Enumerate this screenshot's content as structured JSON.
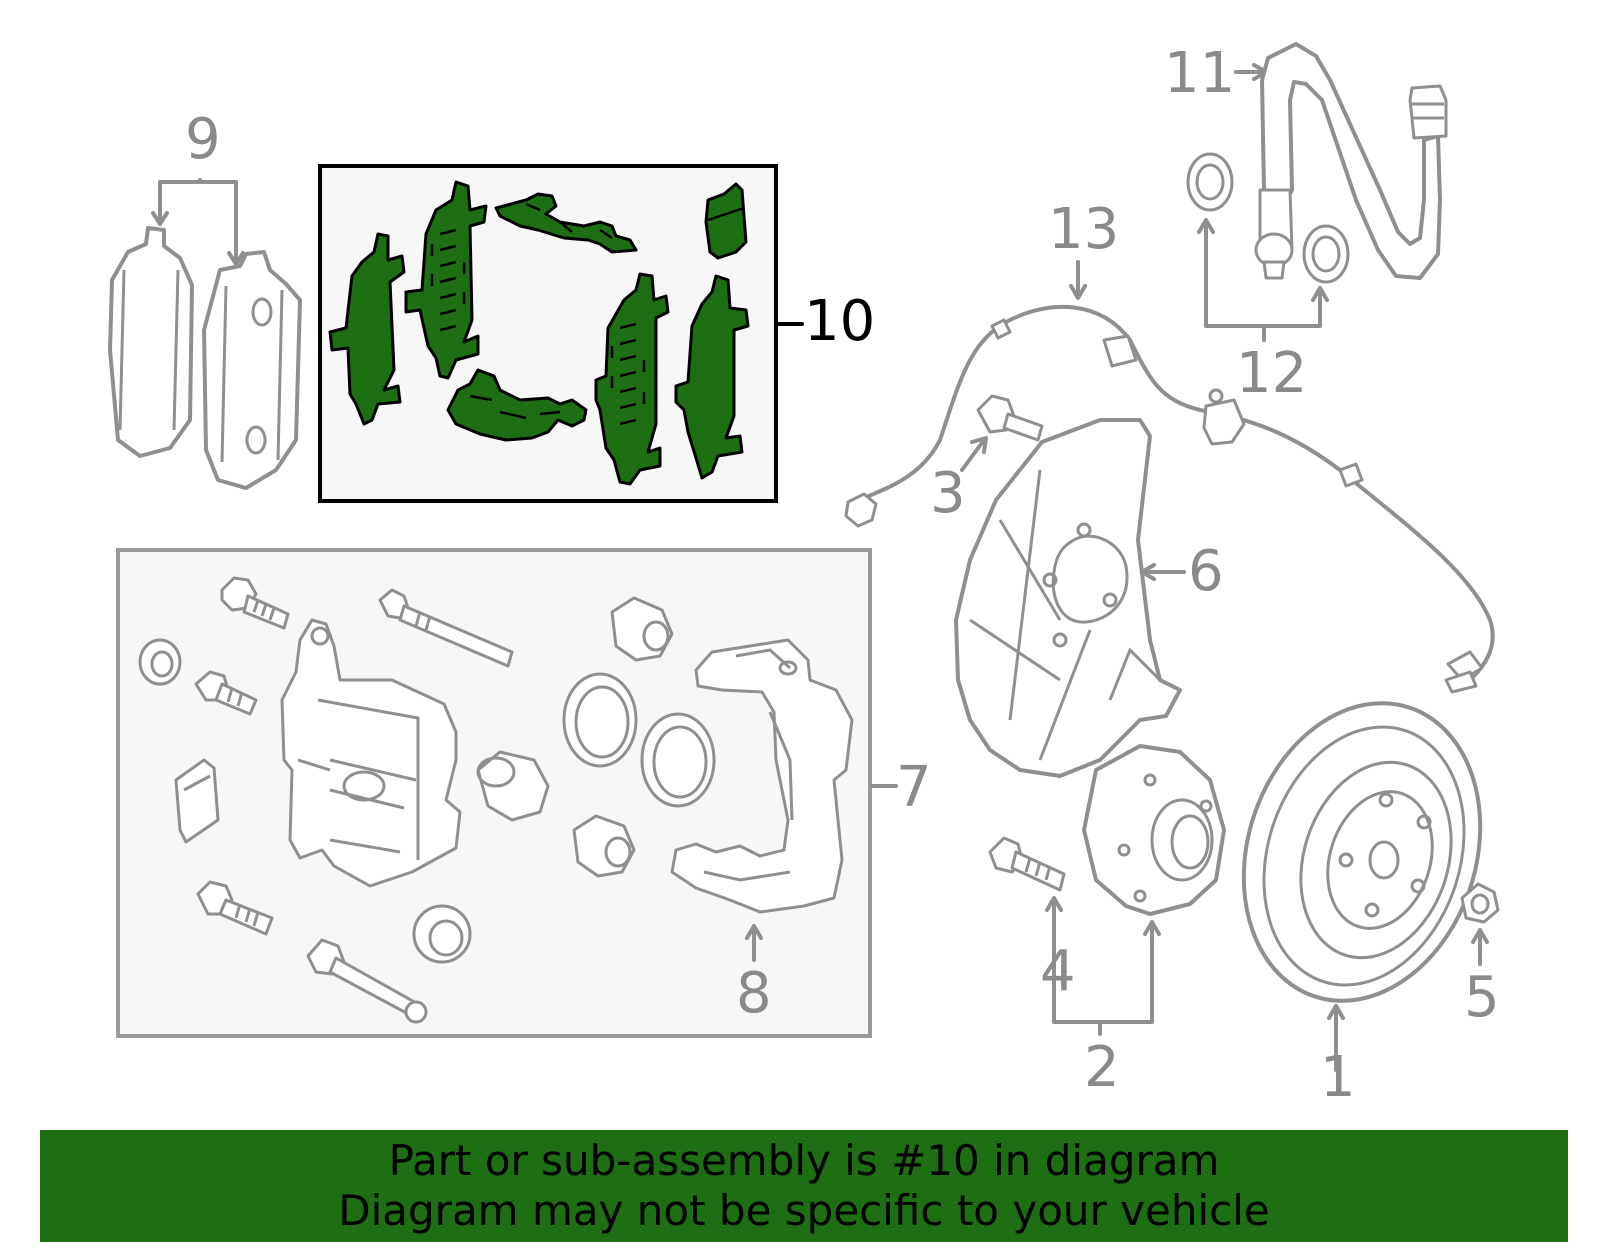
{
  "diagram": {
    "callouts": {
      "c1": "1",
      "c2": "2",
      "c3": "3",
      "c4": "4",
      "c5": "5",
      "c6": "6",
      "c7": "7",
      "c8": "8",
      "c9": "9",
      "c10": "10",
      "c11": "11",
      "c12": "12",
      "c13": "13"
    },
    "highlighted_part": "10",
    "highlight_color": "#1e6e14",
    "line_color": "#8f8f8f"
  },
  "footer": {
    "line1": "Part or sub-assembly is #10 in diagram",
    "line2": "Diagram may not be specific to your vehicle",
    "background": "#1e6e14"
  }
}
